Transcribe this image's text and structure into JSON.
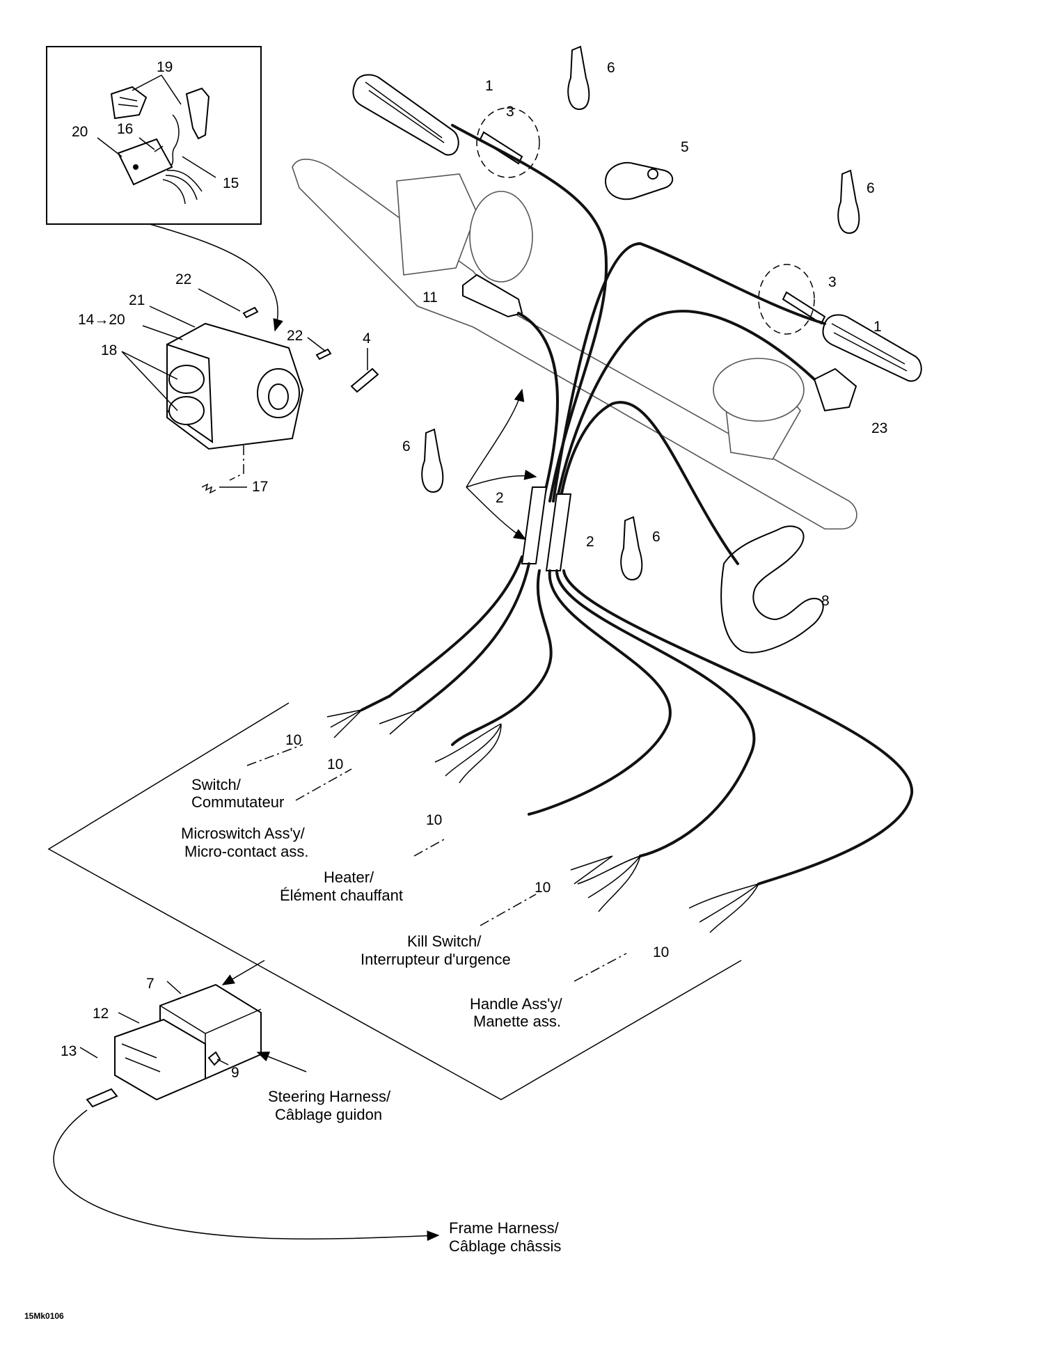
{
  "callouts": [
    {
      "label": "19"
    },
    {
      "label": "20"
    },
    {
      "label": "16"
    },
    {
      "label": "15"
    },
    {
      "label": "22"
    },
    {
      "label": "21"
    },
    {
      "label": "14→20"
    },
    {
      "label": "18"
    },
    {
      "label": "22"
    },
    {
      "label": "4"
    },
    {
      "label": "17"
    },
    {
      "label": "1"
    },
    {
      "label": "6"
    },
    {
      "label": "3"
    },
    {
      "label": "5"
    },
    {
      "label": "6"
    },
    {
      "label": "3"
    },
    {
      "label": "1"
    },
    {
      "label": "11"
    },
    {
      "label": "23"
    },
    {
      "label": "6"
    },
    {
      "label": "2"
    },
    {
      "label": "2"
    },
    {
      "label": "6"
    },
    {
      "label": "8"
    },
    {
      "label": "10"
    },
    {
      "label": "10"
    },
    {
      "label": "10"
    },
    {
      "label": "10"
    },
    {
      "label": "10"
    },
    {
      "label": "7"
    },
    {
      "label": "12"
    },
    {
      "label": "13"
    },
    {
      "label": "9"
    }
  ],
  "captions": {
    "switch": [
      "Switch/",
      "Commutateur"
    ],
    "microswitch": [
      "Microswitch Ass'y/",
      "Micro-contact ass."
    ],
    "heater": [
      "Heater/",
      "Élément chauffant"
    ],
    "kill_switch": [
      "Kill Switch/",
      "Interrupteur d'urgence"
    ],
    "handle": [
      "Handle Ass'y/",
      "Manette ass."
    ],
    "steering_harness": [
      "Steering Harness/",
      "Câblage guidon"
    ],
    "frame_harness": [
      "Frame Harness/",
      "Câblage châssis"
    ]
  },
  "drawing_code": "15Mk0106"
}
